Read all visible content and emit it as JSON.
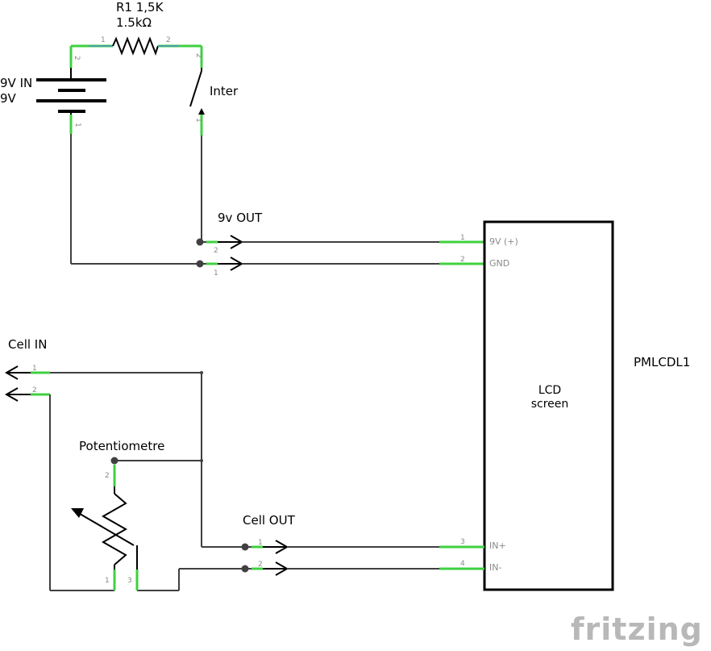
{
  "resistor": {
    "name": "R1 1,5K",
    "value": "1.5kΩ",
    "pin1": "1",
    "pin2": "2"
  },
  "battery": {
    "name": "9V IN",
    "value": "9V",
    "pin_top": "2",
    "pin_bottom": "1"
  },
  "switch": {
    "name": "Inter",
    "pin_top": "2",
    "pin_bottom": "1"
  },
  "power_out": {
    "label": "9v OUT",
    "pin_top": "2",
    "pin_bottom": "1"
  },
  "lcd": {
    "ref": "PMLCDL1",
    "body_line1": "LCD",
    "body_line2": "screen",
    "pins": [
      {
        "num": "1",
        "label": "9V (+)"
      },
      {
        "num": "2",
        "label": "GND"
      },
      {
        "num": "3",
        "label": "IN+"
      },
      {
        "num": "4",
        "label": "IN-"
      }
    ]
  },
  "cell_in": {
    "label": "Cell IN",
    "pin_top": "1",
    "pin_bottom": "2"
  },
  "potentiometer": {
    "label": "Potentiometre",
    "pin_wiper": "2",
    "pin_a": "1",
    "pin_b": "3"
  },
  "cell_out": {
    "label": "Cell OUT",
    "pin_top": "1",
    "pin_bottom": "2"
  },
  "watermark": "fritzing"
}
